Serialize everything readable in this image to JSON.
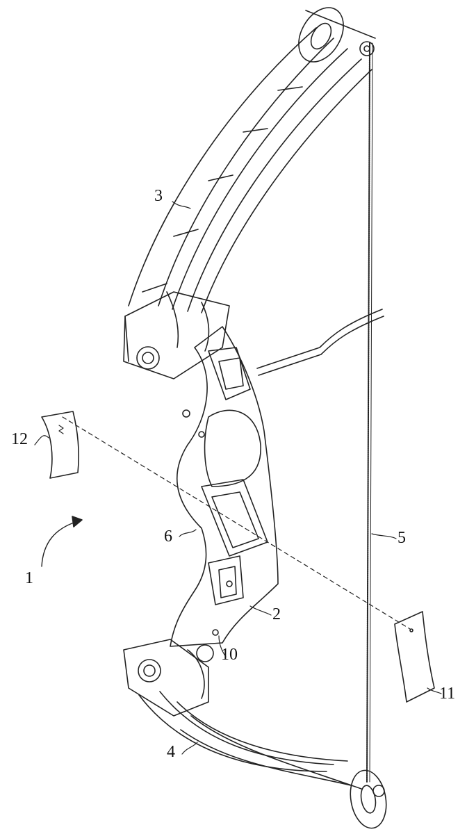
{
  "figure": {
    "labels": {
      "bow": "1",
      "riser": "2",
      "upper_limb": "3",
      "lower_limb": "4",
      "string": "5",
      "grip": "6",
      "mount": "10",
      "insert_right": "11",
      "insert_left": "12"
    }
  }
}
